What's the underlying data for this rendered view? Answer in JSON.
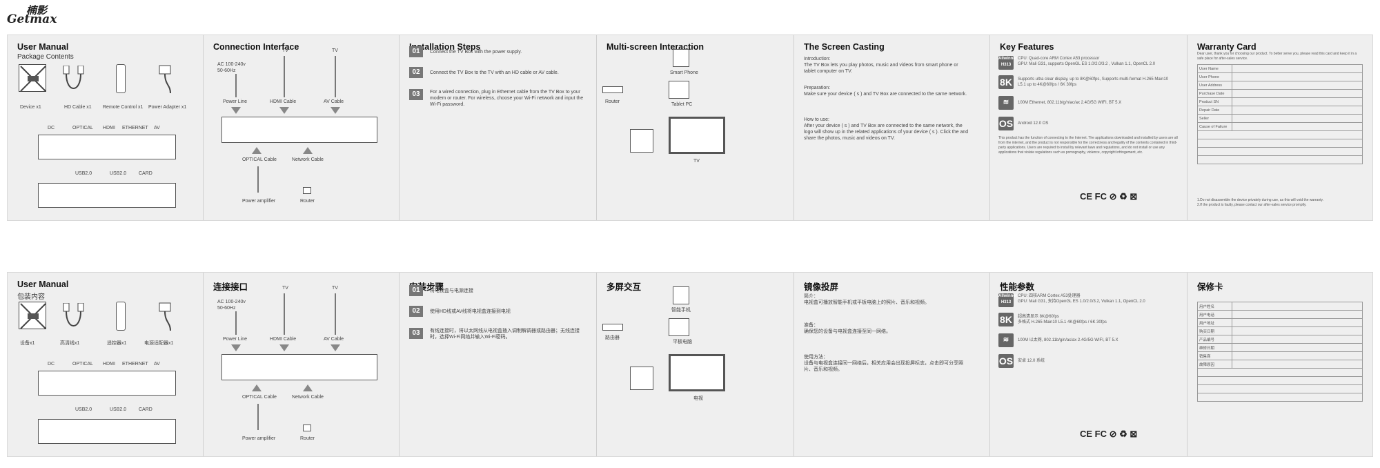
{
  "brand": {
    "logo_cn": "楠影",
    "logo_en": "Getmax"
  },
  "en": {
    "manual": {
      "title": "User Manual",
      "subtitle": "Package Contents",
      "items": [
        "Device x1",
        "HD Cable x1",
        "Remote Control x1",
        "Power Adapter x1"
      ],
      "ports_top": [
        "DC",
        "OPTICAL",
        "HDMI",
        "ETHERNET",
        "AV"
      ],
      "ports_bottom": [
        "USB2.0",
        "USB2.0",
        "CARD"
      ]
    },
    "conn": {
      "title": "Connection Interface",
      "power": "AC 100-240v\n50-60Hz",
      "tv1": "TV",
      "tv2": "TV",
      "labels_top": [
        "Power Line",
        "HDMI Cable",
        "AV Cable"
      ],
      "labels_bottom": [
        "OPTICAL Cable",
        "Network Cable"
      ],
      "ends": [
        "Power amplifier",
        "Router"
      ]
    },
    "install": {
      "title": "Installation Steps",
      "steps": [
        {
          "n": "01",
          "t": "Connect the TV Box with the power supply."
        },
        {
          "n": "02",
          "t": "Connect the TV Box to the TV with an HD cable or AV cable."
        },
        {
          "n": "03",
          "t": "For a wired connection, plug in Ethernet cable from the TV Box to your modem or router. For wireless, choose your Wi-Fi network and input the Wi-Fi password."
        }
      ]
    },
    "multi": {
      "title": "Multi-screen Interaction",
      "labels": [
        "Smart Phone",
        "Tablet PC",
        "Router",
        "TV"
      ]
    },
    "cast": {
      "title": "The Screen Casting",
      "intro_h": "Introduction:",
      "intro": "The TV Box lets you play photos, music and videos from smart phone or tablet computer on TV.",
      "prep_h": "Preparation:",
      "prep": "Make sure your device ( s ) and TV Box are connected to the same network.",
      "how_h": "How to use:",
      "how": "After your device ( s ) and TV Box are connected to the same network, the logo will show up in the related applications of your device ( s ). Click the and share the photos, music and videos on TV."
    },
    "key": {
      "title": "Key Features",
      "rows": [
        {
          "k": "Allwinner H313",
          "t": "CPU: Quad-core ARM Cortex A53 processor\nGPU: Mali G31, supports OpenGL ES 1.0/2.0/3.2 , Vulkan 1.1, OpenCL 2.0"
        },
        {
          "k": "8K",
          "t": "Supports ultra clear display, up to 8K@60fps, Supports multi-format H.265 Main10 L5.1 up to 4K@60fps / 6K 30fps"
        },
        {
          "k": "wifi",
          "t": "100M Ethernet, 802.11b/g/n/ac/ax 2.4G/5G WIFI, BT 5.X"
        },
        {
          "k": "OS",
          "t": "Android 12.0 OS"
        }
      ],
      "note": "This product has the function of connecting to the Internet. The applications downloaded and installed by users are all from the internet, and the product is not responsible for the correctness and legality of the contents contained in third-party applications. Users are required to install by relevant laws and regulations, and do not install or use any applications that violate regulations such as pornography, violence, copyright infringement, etc.",
      "certs": "CE FC ⊘ ♻ ⊠"
    },
    "warranty": {
      "title": "Warranty Card",
      "intro": "Dear user, thank you for choosing our product. To better serve you, please read this card and keep it in a safe place for after-sales service.",
      "rows": [
        "User Name",
        "User Phone",
        "User Address",
        "Purchase Date",
        "Product SN",
        "Repair Date",
        "Seller",
        "Cause of Failure",
        "",
        "",
        "",
        ""
      ],
      "foot": "1.Do not disassemble the device privately during use, as this will void the warranty.\n2.If the product is faulty, please contact our after-sales service promptly."
    }
  },
  "cn": {
    "manual": {
      "title": "User Manual",
      "subtitle": "包装内容",
      "items": [
        "设备x1",
        "高清线x1",
        "遥控器x1",
        "电源适配器x1"
      ],
      "ports_top": [
        "DC",
        "OPTICAL",
        "HDMI",
        "ETHERNET",
        "AV"
      ],
      "ports_bottom": [
        "USB2.0",
        "USB2.0",
        "CARD"
      ]
    },
    "conn": {
      "title": "连接接口",
      "labels_top": [
        "Power Line",
        "HDMI Cable",
        "AV Cable"
      ],
      "labels_bottom": [
        "OPTICAL Cable",
        "Network Cable"
      ],
      "ends": [
        "Power amplifier",
        "Router"
      ]
    },
    "install": {
      "title": "安装步骤",
      "steps": [
        {
          "n": "01",
          "t": "将电视盒与电源连接"
        },
        {
          "n": "02",
          "t": "使用HD线或AV线将电视盒连接到电视"
        },
        {
          "n": "03",
          "t": "有线连接时，将以太网线从电视盒插入调制解调器或路由器；无线连接时，选择Wi-Fi网络并输入Wi-Fi密码。"
        }
      ]
    },
    "multi": {
      "title": "多屏交互",
      "labels": [
        "智能手机",
        "平板电脑",
        "路由器",
        "电视"
      ]
    },
    "cast": {
      "title": "镜像投屏",
      "intro_h": "简介：",
      "intro": "电视盒可播放智能手机或平板电脑上的照片、音乐和视频。",
      "prep_h": "准备：",
      "prep": "确保您的设备与电视盒连接至同一网络。",
      "how_h": "使用方法：",
      "how": "设备与电视盒连接同一网络后，相关应用会出现投屏标志，点击即可分享照片、音乐和视频。"
    },
    "key": {
      "title": "性能参数",
      "rows": [
        {
          "k": "Allwinner H313",
          "t": "CPU: 四核ARM Cortex A53处理器\nGPU: Mali G31, 支持OpenGL ES 1.0/2.0/3.2, Vulkan 1.1, OpenCL 2.0"
        },
        {
          "k": "8K",
          "t": "超高清显示 8K@60fps\n多格式 H.265 Main10 L5.1 4K@60fps / 6K 30fps"
        },
        {
          "k": "wifi",
          "t": "100M 以太网, 802.11b/g/n/ac/ax 2.4G/5G WIFI, BT 5.X"
        },
        {
          "k": "OS",
          "t": "安卓 12.0 系统"
        }
      ],
      "certs": "CE FC ⊘ ♻ ⊠"
    },
    "warranty": {
      "title": "保修卡",
      "rows": [
        "用户姓名",
        "用户电话",
        "用户地址",
        "购买日期",
        "产品编号",
        "维修日期",
        "销售商",
        "故障原因",
        "",
        "",
        "",
        ""
      ]
    }
  }
}
